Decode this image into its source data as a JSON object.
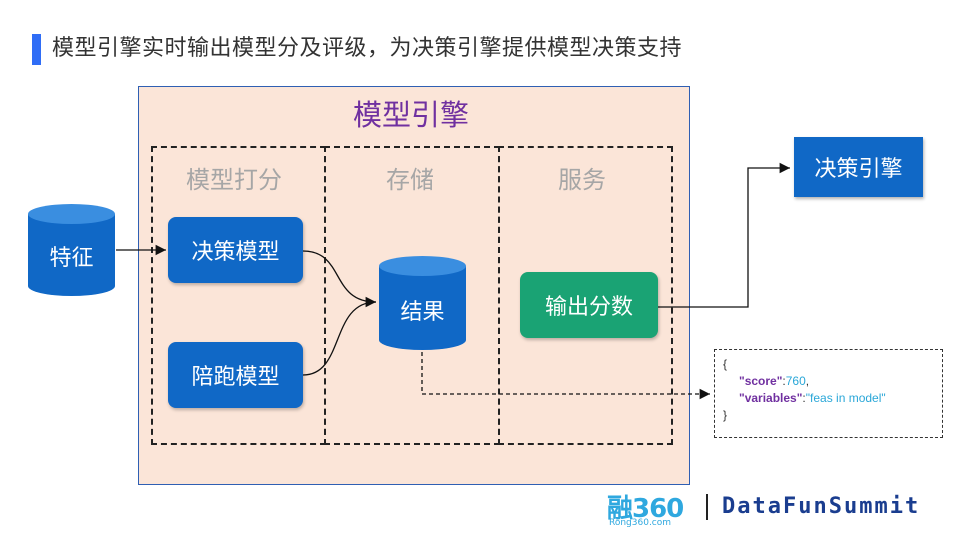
{
  "title": "模型引擎实时输出模型分及评级，为决策引擎提供模型决策支持",
  "engine": {
    "title": "模型引擎",
    "sections": [
      {
        "label": "模型打分"
      },
      {
        "label": "存储"
      },
      {
        "label": "服务"
      }
    ]
  },
  "nodes": {
    "feature": "特征",
    "decision_model": "决策模型",
    "shadow_model": "陪跑模型",
    "result": "结果",
    "output_score": "输出分数",
    "decision_engine": "决策引擎"
  },
  "json_sample": {
    "open": "{",
    "score_key": "\"score\"",
    "score_val": "760",
    "variables_key": "\"variables\"",
    "variables_val": "\"feas in model\"",
    "close": "}"
  },
  "footer": {
    "logo_main": "融360",
    "logo_sub": "Rong360.com",
    "brand": "DataFunSummit"
  },
  "colors": {
    "accent_blue": "#1068c6",
    "green": "#1aa374",
    "engine_bg": "#fbe5d8",
    "purple": "#7030a0"
  }
}
